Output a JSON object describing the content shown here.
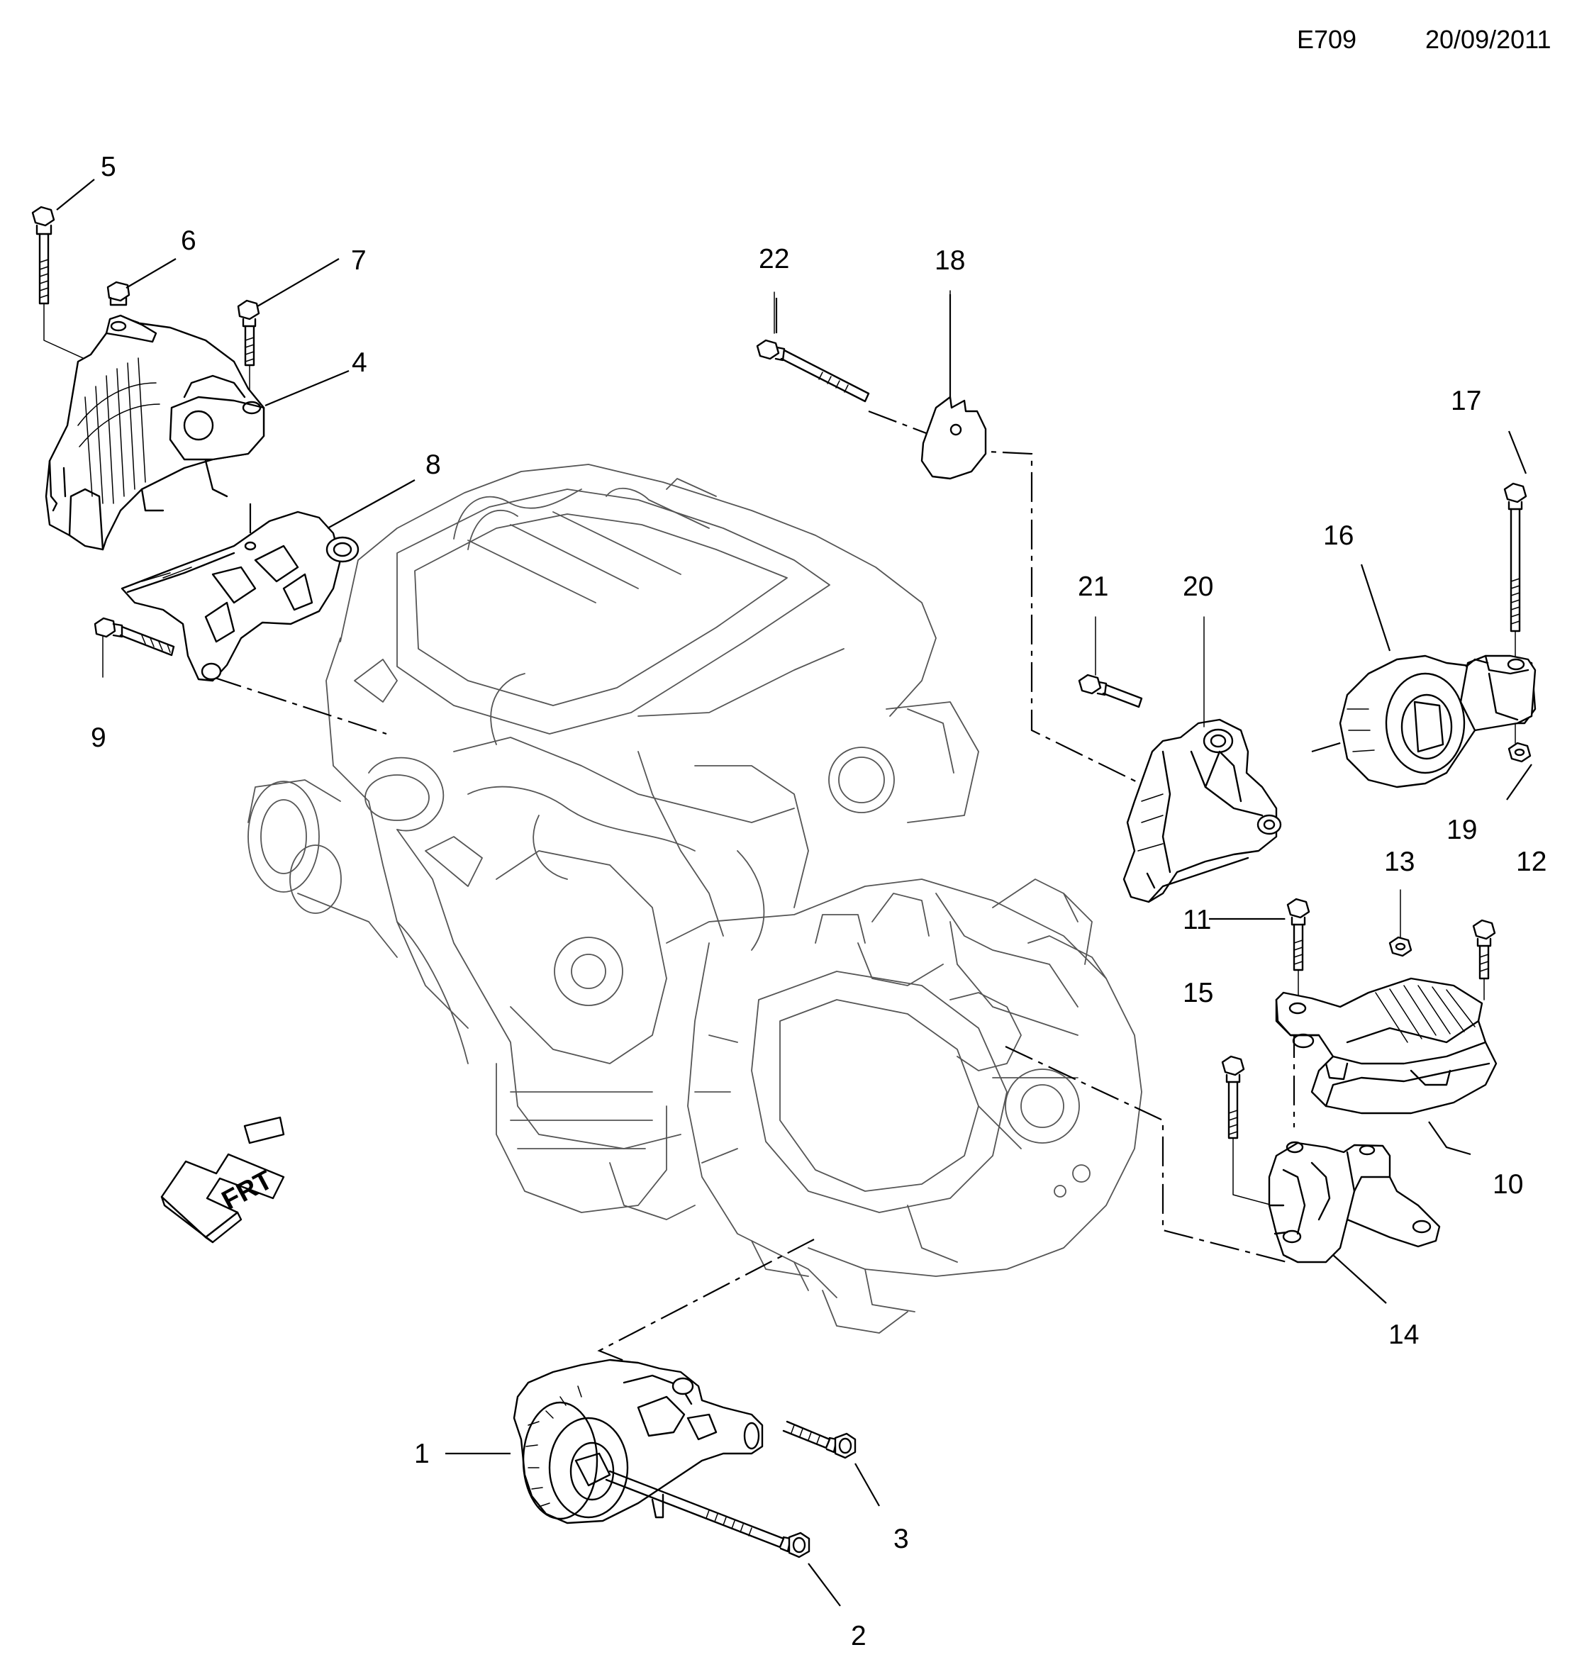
{
  "header": {
    "code": "E709",
    "date": "20/09/2011"
  },
  "direction_marker": {
    "label": "FRT"
  },
  "callouts": [
    "1",
    "2",
    "3",
    "4",
    "5",
    "6",
    "7",
    "8",
    "9",
    "10",
    "11",
    "12",
    "13",
    "14",
    "15",
    "16",
    "17",
    "18",
    "19",
    "20",
    "21",
    "22"
  ]
}
